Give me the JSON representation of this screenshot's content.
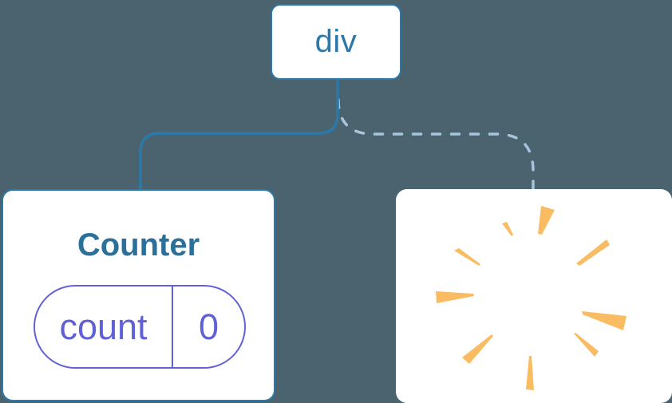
{
  "diagram": {
    "background_color": "#4B636E",
    "root_node": {
      "label": "div",
      "accent_color": "#2A79A8"
    },
    "counter_node": {
      "title": "Counter",
      "title_color": "#2B709A",
      "border_color": "#2A79A8",
      "state_pill": {
        "key": "count",
        "value": "0",
        "accent_color": "#6262D8"
      }
    },
    "removed_node": {
      "icon": "poof-burst-icon",
      "burst_color": "#F9BC63"
    },
    "edges": [
      {
        "from": "div",
        "to": "Counter",
        "style": "solid",
        "color": "#2A79A8"
      },
      {
        "from": "div",
        "to": "removed",
        "style": "dashed",
        "color": "#A6C5DC"
      }
    ]
  }
}
